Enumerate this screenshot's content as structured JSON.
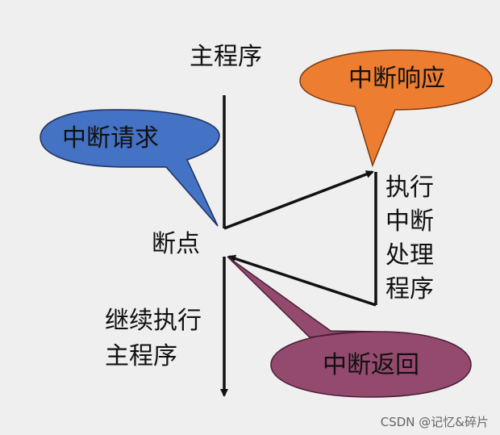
{
  "labels": {
    "main_program": "主程序",
    "breakpoint": "断点",
    "continue_line1": "继续执行",
    "continue_line2": "主程序",
    "handler_line1": "执行",
    "handler_line2": "中断",
    "handler_line3": "处理",
    "handler_line4": "程序"
  },
  "callouts": {
    "request": {
      "text": "中断请求",
      "color": "#4472c4"
    },
    "response": {
      "text": "中断响应",
      "color": "#ed7d31"
    },
    "return": {
      "text": "中断返回",
      "color": "#944a6e"
    }
  },
  "watermark": "CSDN @记忆&碎片"
}
